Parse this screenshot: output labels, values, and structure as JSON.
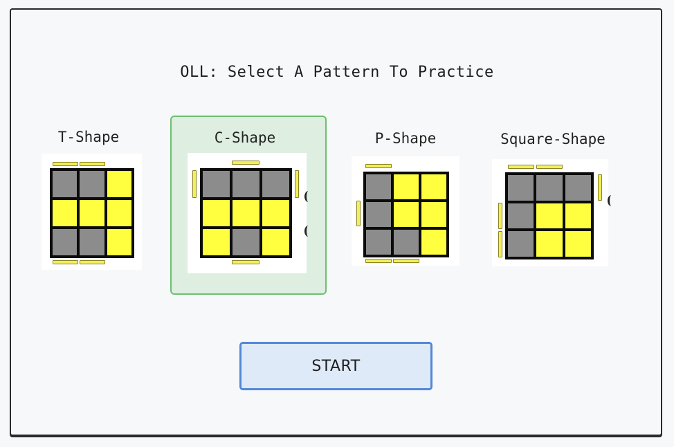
{
  "header": {
    "title": "OLL: Select A Pattern To Practice"
  },
  "patterns": [
    {
      "label": "T-Shape",
      "selected": false,
      "cells": [
        "g",
        "g",
        "y",
        "y",
        "y",
        "y",
        "g",
        "g",
        "y"
      ]
    },
    {
      "label": "C-Shape",
      "selected": true,
      "cells": [
        "g",
        "g",
        "g",
        "y",
        "y",
        "y",
        "y",
        "g",
        "y"
      ]
    },
    {
      "label": "P-Shape",
      "selected": false,
      "cells": [
        "g",
        "y",
        "y",
        "g",
        "y",
        "y",
        "g",
        "g",
        "y"
      ]
    },
    {
      "label": "Square-Shape",
      "selected": false,
      "cells": [
        "g",
        "g",
        "g",
        "g",
        "y",
        "y",
        "g",
        "y",
        "y"
      ]
    }
  ],
  "colors": {
    "yellow": "#ffff40",
    "gray": "#8c8c8c",
    "selected_bg": "#deeee0",
    "selected_border": "#6cbf6f",
    "button_border": "#5287d8",
    "button_bg": "#deeaf8"
  },
  "actions": {
    "start_label": "START"
  }
}
